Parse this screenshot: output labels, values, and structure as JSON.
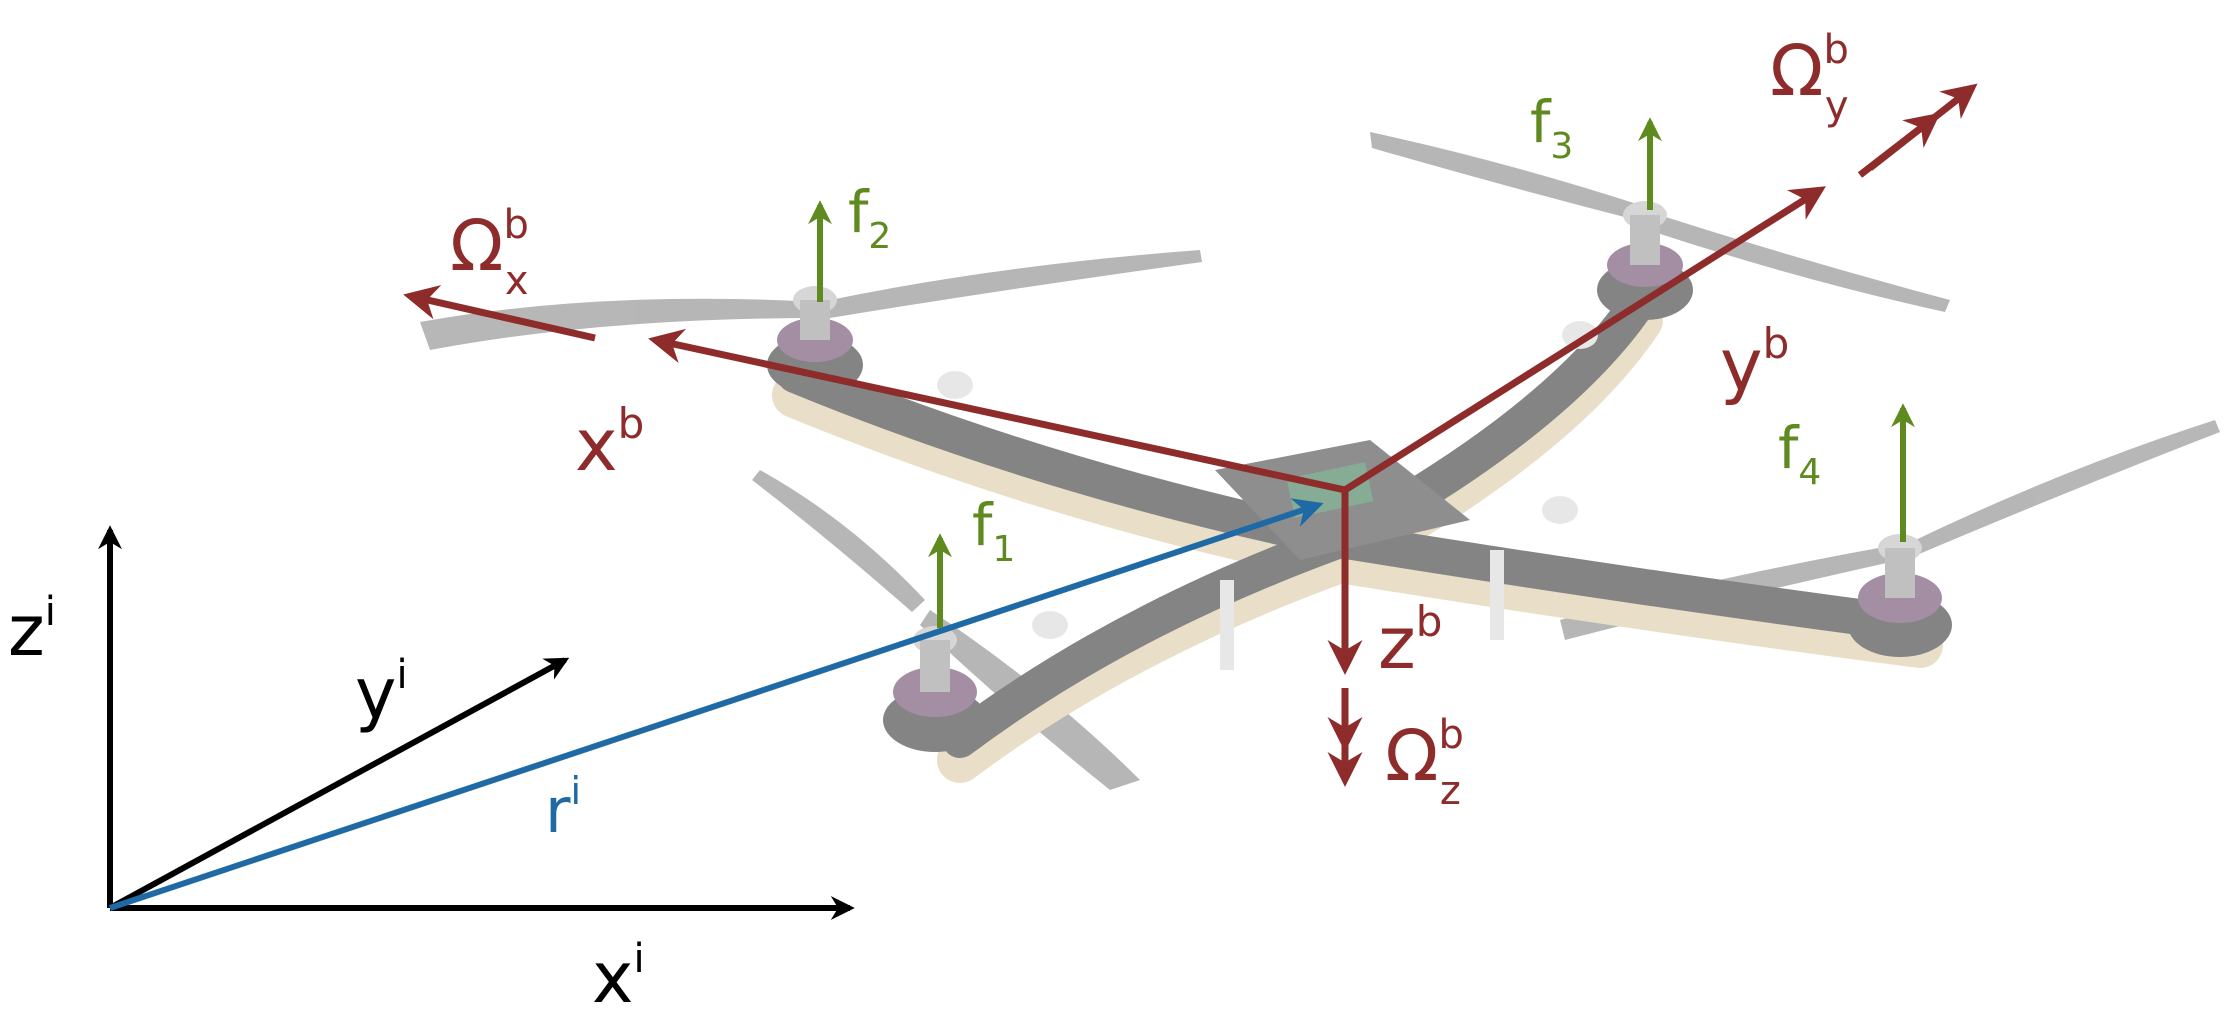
{
  "colors": {
    "body_axes": "#8e2b2b",
    "forces": "#5f8a1f",
    "inertial": "#000000",
    "position": "#1f6aa5",
    "drone_frame": "#3a3a3a",
    "propeller": "#7f7f7f",
    "wood_layer": "#e2d2b4",
    "motor": "#6e4a6e"
  },
  "labels": {
    "inertial_z": "z",
    "inertial_z_sup": "i",
    "inertial_y": "y",
    "inertial_y_sup": "i",
    "inertial_x": "x",
    "inertial_x_sup": "i",
    "position": "r",
    "position_sup": "i",
    "body_x": "x",
    "body_x_sup": "b",
    "body_y": "y",
    "body_y_sup": "b",
    "body_z": "z",
    "body_z_sup": "b",
    "omega_x": "Ω",
    "omega_x_sup": "b",
    "omega_x_sub": "x",
    "omega_y": "Ω",
    "omega_y_sup": "b",
    "omega_y_sub": "y",
    "omega_z": "Ω",
    "omega_z_sup": "b",
    "omega_z_sub": "z",
    "f1": "f",
    "f1_sub": "1",
    "f2": "f",
    "f2_sub": "2",
    "f3": "f",
    "f3_sub": "3",
    "f4": "f",
    "f4_sub": "4"
  }
}
